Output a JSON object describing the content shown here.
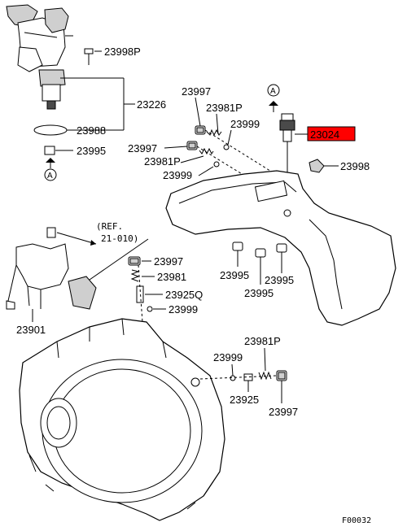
{
  "labels": {
    "p23998P": "23998P",
    "p23226": "23226",
    "p23988": "23988",
    "p23995_top": "23995",
    "a_left": "A",
    "p23997_a": "23997",
    "p23981P_a": "23981P",
    "p23999_a": "23999",
    "p23997_b": "23997",
    "p23981P_b": "23981P",
    "p23999_b": "23999",
    "a_right": "A",
    "p23024": "23024",
    "p23998": "23998",
    "ref_line1": "(REF.",
    "ref_line2": "21-010)",
    "p23997_c": "23997",
    "p23981": "23981",
    "p23925Q": "23925Q",
    "p23999_c": "23999",
    "p23901": "23901",
    "p23995_a": "23995",
    "p23995_b": "23995",
    "p23995_c": "23995",
    "p23981P_d": "23981P",
    "p23999_d": "23999",
    "p23925": "23925",
    "p23997_d": "23997",
    "figure_code": "F00032"
  },
  "colors": {
    "highlight": "#ff0000",
    "line": "#000000",
    "background": "#ffffff"
  }
}
